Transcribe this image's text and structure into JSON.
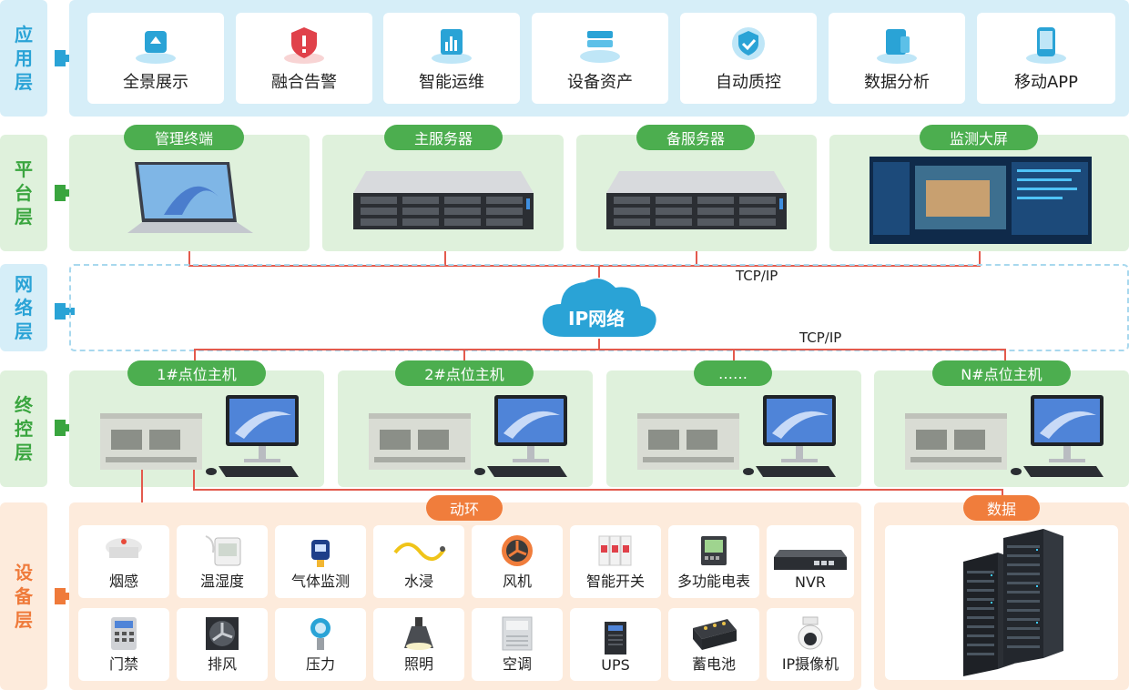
{
  "layers": {
    "app": {
      "chars": [
        "应",
        "用",
        "层"
      ],
      "color": "#2aa3d6",
      "bg": "#d6eef8"
    },
    "platform": {
      "chars": [
        "平",
        "台",
        "层"
      ],
      "color": "#3aa53f",
      "bg": "#dff1dc"
    },
    "network": {
      "chars": [
        "网",
        "络",
        "层"
      ],
      "color": "#2aa3d6",
      "bg": "#d6eef8"
    },
    "control": {
      "chars": [
        "终",
        "控",
        "层"
      ],
      "color": "#3aa53f",
      "bg": "#dff1dc"
    },
    "device": {
      "chars": [
        "设",
        "备",
        "层"
      ],
      "color": "#ef7a3a",
      "bg": "#fdebdc"
    }
  },
  "applications": [
    {
      "label": "全景展示",
      "icon": "panorama-icon"
    },
    {
      "label": "融合告警",
      "icon": "alarm-shield-icon"
    },
    {
      "label": "智能运维",
      "icon": "maintenance-icon"
    },
    {
      "label": "设备资产",
      "icon": "asset-icon"
    },
    {
      "label": "自动质控",
      "icon": "quality-check-icon"
    },
    {
      "label": "数据分析",
      "icon": "analytics-icon"
    },
    {
      "label": "移动APP",
      "icon": "mobile-app-icon"
    }
  ],
  "platform": [
    {
      "label": "管理终端",
      "image": "laptop"
    },
    {
      "label": "主服务器",
      "image": "server"
    },
    {
      "label": "备服务器",
      "image": "server"
    },
    {
      "label": "监测大屏",
      "image": "video-wall"
    }
  ],
  "network": {
    "cloud_label": "IP网络",
    "protocol_top": "TCP/IP",
    "protocol_bottom": "TCP/IP"
  },
  "hosts": [
    {
      "label": "1#点位主机"
    },
    {
      "label": "2#点位主机"
    },
    {
      "label": "……"
    },
    {
      "label": "N#点位主机"
    }
  ],
  "device_groups": {
    "env_label": "动环",
    "data_label": "数据"
  },
  "devices_row1": [
    {
      "label": "烟感",
      "icon": "smoke-detector-icon"
    },
    {
      "label": "温湿度",
      "icon": "thermo-hygrometer-icon"
    },
    {
      "label": "气体监测",
      "icon": "gas-detector-icon"
    },
    {
      "label": "水浸",
      "icon": "water-leak-cable-icon"
    },
    {
      "label": "风机",
      "icon": "fan-icon"
    },
    {
      "label": "智能开关",
      "icon": "smart-switch-icon"
    },
    {
      "label": "多功能电表",
      "icon": "power-meter-icon"
    },
    {
      "label": "NVR",
      "icon": "nvr-icon"
    }
  ],
  "devices_row2": [
    {
      "label": "门禁",
      "icon": "access-control-icon"
    },
    {
      "label": "排风",
      "icon": "exhaust-fan-icon"
    },
    {
      "label": "压力",
      "icon": "pressure-sensor-icon"
    },
    {
      "label": "照明",
      "icon": "light-icon"
    },
    {
      "label": "空调",
      "icon": "air-conditioner-icon"
    },
    {
      "label": "UPS",
      "icon": "ups-icon"
    },
    {
      "label": "蓄电池",
      "icon": "battery-icon"
    },
    {
      "label": "IP摄像机",
      "icon": "ip-camera-icon"
    }
  ],
  "colors": {
    "line": "#e35a4d",
    "green_pill": "#4cae4f",
    "orange_pill": "#f07d3c"
  }
}
